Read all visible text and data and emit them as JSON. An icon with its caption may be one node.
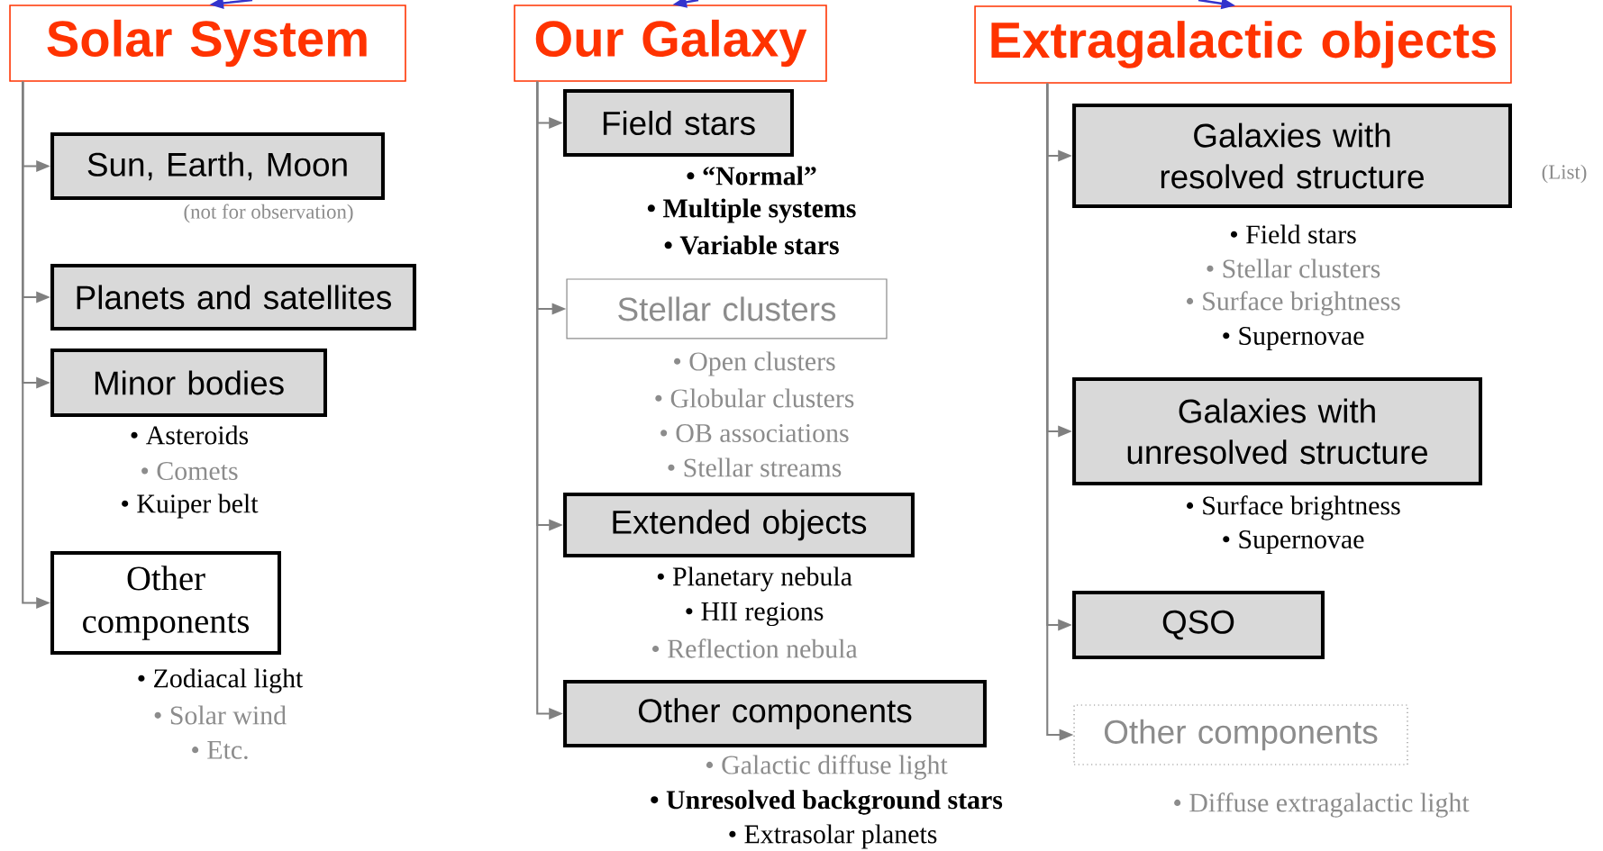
{
  "diagram": {
    "nodes": [
      {
        "text": [
          "Solar System"
        ]
      },
      {
        "text": [
          "Sun, Earth, Moon"
        ],
        "beside": [
          "(not for observation)"
        ]
      },
      {
        "text": [
          "Planets and satellites"
        ]
      },
      {
        "text": [
          "Minor bodies"
        ],
        "beside": [
          "• Asteroids",
          "• Comets",
          "• Kuiper belt"
        ]
      },
      {
        "text": [
          "Other components"
        ],
        "beside": [
          "• Zodiacal light",
          "• Solar wind",
          "• Etc."
        ]
      },
      {
        "text": [
          "Our Galaxy"
        ]
      },
      {
        "text": [
          "Field stars"
        ],
        "beside": [
          "• “Normal”",
          "• Multiple systems",
          "• Variable stars"
        ]
      },
      {
        "text": [
          "Stellar clusters"
        ],
        "beside": [
          "• Open clusters",
          "• Globular clusters",
          "• OB associations",
          "• Stellar streams"
        ]
      },
      {
        "text": [
          "Extended objects"
        ],
        "beside": [
          "• Planetary nebula",
          "• HII regions",
          "• Reflection nebula"
        ]
      },
      {
        "text": [
          "Other components"
        ],
        "beside": [
          "• Galactic diffuse light",
          "• Unresolved background stars",
          "• Extrasolar planets"
        ]
      },
      {
        "text": [
          "Extragalactic objects"
        ]
      },
      {
        "text": [
          "Galaxies with resolved structure"
        ],
        "beside": [
          "(List)",
          "• Field stars",
          "• Stellar clusters",
          "• Surface brightness",
          "• Supernovae"
        ]
      },
      {
        "text": [
          "Galaxies with unresolved structure"
        ],
        "beside": [
          "• Surface brightness",
          "• Supernovae"
        ]
      },
      {
        "text": [
          "QSO"
        ]
      },
      {
        "text": [
          "Other components"
        ],
        "beside": [
          "• Diffuse extragalactic light"
        ]
      }
    ],
    "edges": [
      {
        "from": 0,
        "to": 1,
        "arrow": "to"
      },
      {
        "from": 0,
        "to": 2,
        "arrow": "to"
      },
      {
        "from": 0,
        "to": 3,
        "arrow": "to"
      },
      {
        "from": 0,
        "to": 4,
        "arrow": "to"
      },
      {
        "from": 5,
        "to": 6,
        "arrow": "to"
      },
      {
        "from": 5,
        "to": 7,
        "arrow": "to"
      },
      {
        "from": 5,
        "to": 8,
        "arrow": "to"
      },
      {
        "from": 5,
        "to": 9,
        "arrow": "to"
      },
      {
        "from": 10,
        "to": 11,
        "arrow": "to"
      },
      {
        "from": 10,
        "to": 12,
        "arrow": "to"
      },
      {
        "from": 10,
        "to": 13,
        "arrow": "to"
      },
      {
        "from": 10,
        "to": 14,
        "arrow": "to"
      },
      {
        "from": null,
        "to": 0,
        "arrow": "to",
        "color": "#3333cc"
      },
      {
        "from": null,
        "to": 5,
        "arrow": "to",
        "color": "#3333cc"
      },
      {
        "from": null,
        "to": 10,
        "arrow": "to",
        "color": "#3333cc"
      }
    ]
  }
}
